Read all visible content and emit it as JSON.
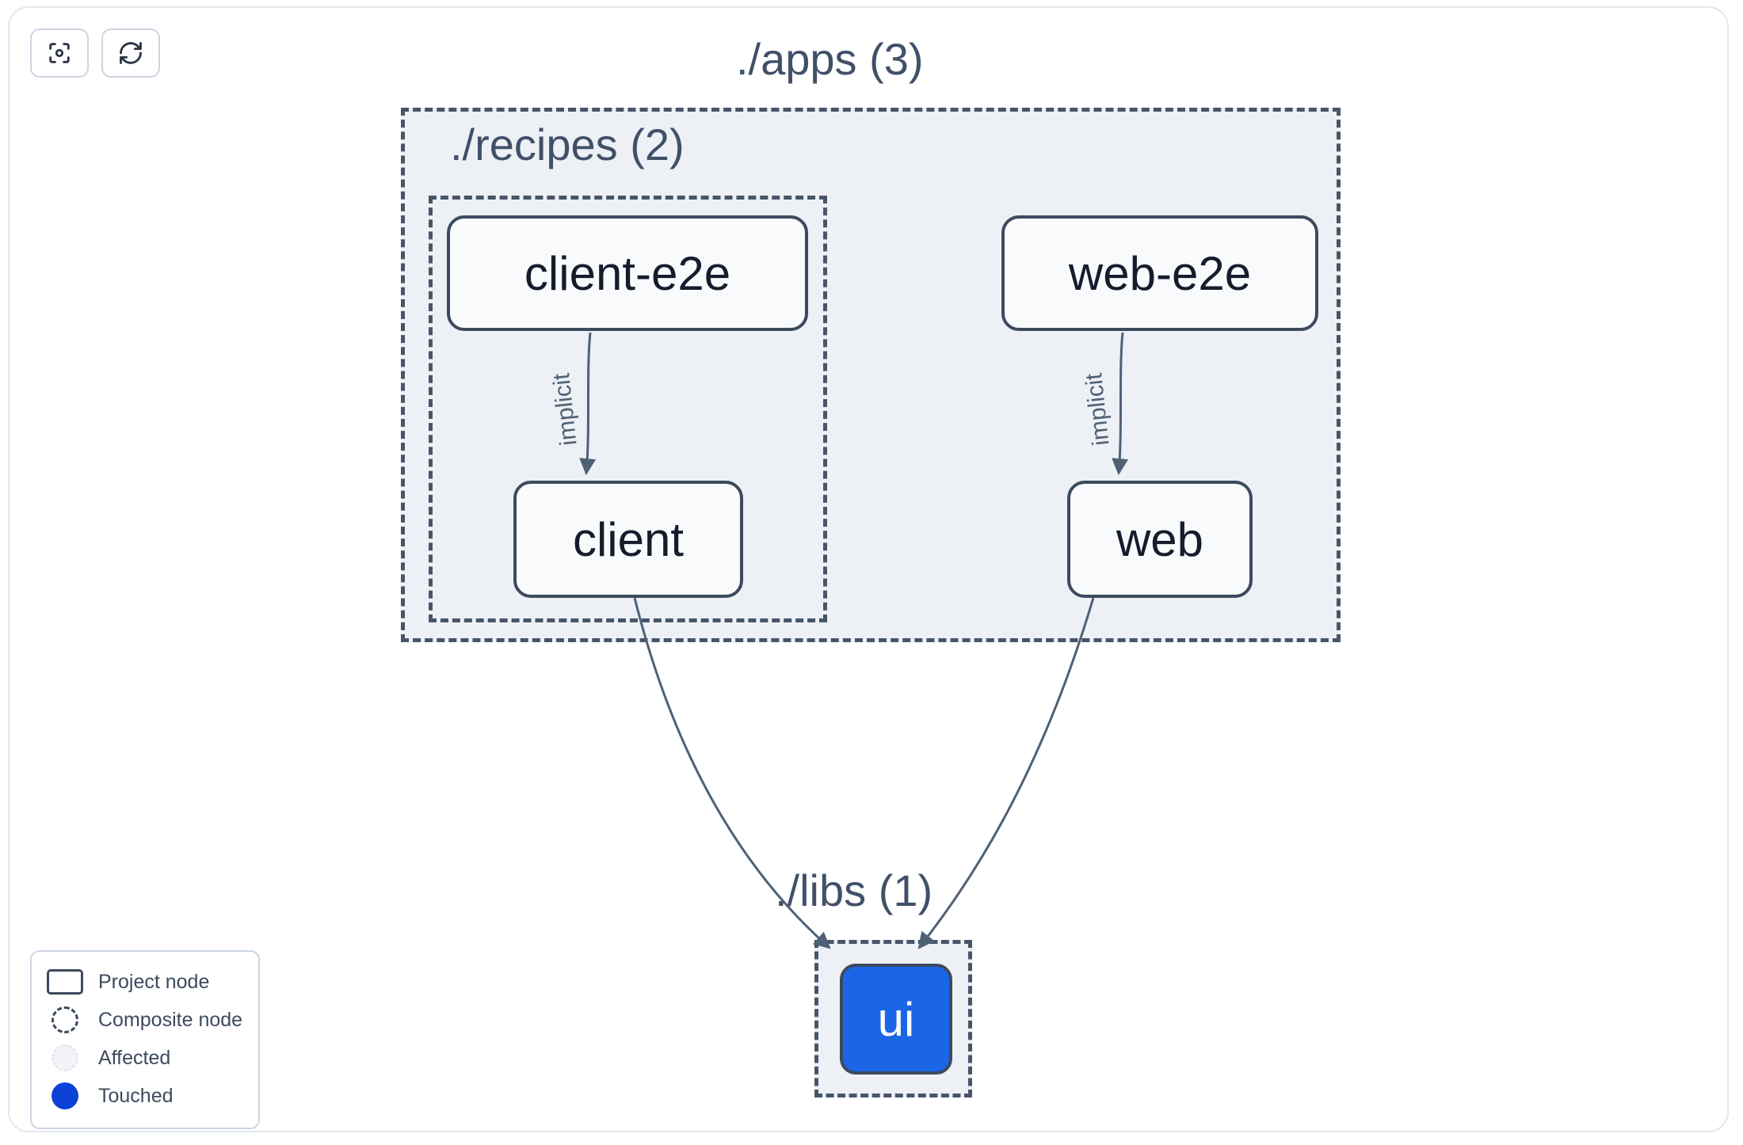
{
  "toolbar": {
    "buttons": [
      {
        "name": "focus-graph-button",
        "icon": "focus-target-icon",
        "title": "Focus graph"
      },
      {
        "name": "refresh-graph-button",
        "icon": "refresh-sync-icon",
        "title": "Refresh graph"
      }
    ]
  },
  "graph": {
    "type": "dependency-graph",
    "groups": [
      {
        "id": "apps",
        "label": "./apps (3)",
        "count": 3
      },
      {
        "id": "recipes",
        "label": "./recipes (2)",
        "count": 2
      },
      {
        "id": "libs",
        "label": "./libs (1)",
        "count": 1
      }
    ],
    "nodes": [
      {
        "id": "client-e2e",
        "label": "client-e2e",
        "group": "recipes",
        "state": "project"
      },
      {
        "id": "web-e2e",
        "label": "web-e2e",
        "group": "apps",
        "state": "project"
      },
      {
        "id": "client",
        "label": "client",
        "group": "recipes",
        "state": "project"
      },
      {
        "id": "web",
        "label": "web",
        "group": "apps",
        "state": "project"
      },
      {
        "id": "ui",
        "label": "ui",
        "group": "libs",
        "state": "touched"
      }
    ],
    "edges": [
      {
        "from": "client-e2e",
        "to": "client",
        "label": "implicit"
      },
      {
        "from": "web-e2e",
        "to": "web",
        "label": "implicit"
      },
      {
        "from": "client",
        "to": "ui",
        "label": ""
      },
      {
        "from": "web",
        "to": "ui",
        "label": ""
      }
    ]
  },
  "legend": {
    "items": [
      {
        "swatch": "project",
        "label": "Project node"
      },
      {
        "swatch": "composite",
        "label": "Composite node"
      },
      {
        "swatch": "affected",
        "label": "Affected"
      },
      {
        "swatch": "touched",
        "label": "Touched"
      }
    ]
  },
  "colors": {
    "touched": "#0b41d6",
    "node_fill": "#f8fafc",
    "node_border": "#3d4a5e",
    "group_fill": "#edf0f5",
    "group_border": "#475569",
    "edge": "#4f6176",
    "text": "#415069"
  }
}
